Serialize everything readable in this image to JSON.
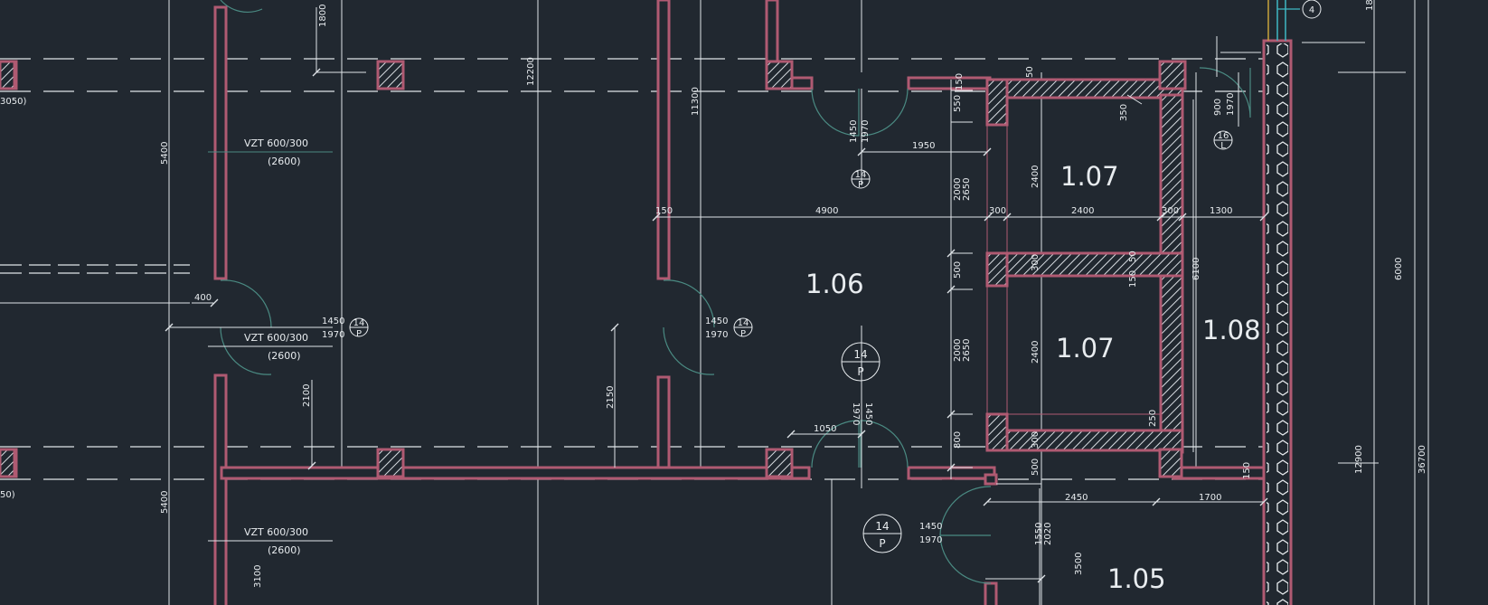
{
  "colors": {
    "background": "#212830",
    "wall": "#b05a72",
    "wall_fill": "#212830",
    "hatch": "#d8dde2",
    "dim_line": "#dfe4e8",
    "door": "#4a8a82",
    "text": "#e8ecef",
    "axis_yellow": "#c8a23a",
    "axis_cyan": "#3fb8c4"
  },
  "rooms": {
    "r106": "1.06",
    "r107a": "1.07",
    "r107b": "1.07",
    "r108": "1.08",
    "r105": "1.05"
  },
  "openings": {
    "vzt1": "VZT 600/300",
    "vzt1_h": "(2600)",
    "vzt2": "VZT 600/300",
    "vzt2_h": "(2600)",
    "vzt3": "VZT 600/300",
    "vzt3_h": "(2600)"
  },
  "door_tags": {
    "t1_num": "14",
    "t1_letter": "P",
    "t2_num": "14",
    "t2_letter": "P",
    "t3_num": "14",
    "t3_letter": "P",
    "t4_num": "14",
    "t4_letter": "P",
    "t5_num": "14",
    "t5_letter": "P",
    "t6_num": "16",
    "t6_letter": "L",
    "axis_4": "4"
  },
  "door_sizes": {
    "d1_w": "1450",
    "d1_h": "1970",
    "d2_w": "1450",
    "d2_h": "1970",
    "d3_w": "1450",
    "d3_h": "1970",
    "d4_w": "1450",
    "d4_h": "1970",
    "d5_w": "1450",
    "d5_h": "1970",
    "d6_w": "900",
    "d6_h": "1970"
  },
  "dimensions": {
    "d1800": "1800",
    "d3050": "3050)",
    "d5400a": "5400",
    "d12200": "12200",
    "d11300": "11300",
    "d150a": "150",
    "d550": "550",
    "d50": "50",
    "d350": "350",
    "d1950": "1950",
    "d2000a": "2000",
    "d2650a": "2650",
    "d2400a": "2400",
    "d150b": "150",
    "d4900": "4900",
    "d300a": "300",
    "d2400h": "2400",
    "d300b": "300",
    "d1300": "1300",
    "d400": "400",
    "d500a": "500",
    "d300c": "300",
    "d50b": "50",
    "d150c": "150",
    "d6100": "6100",
    "d6000": "6000",
    "d2000b": "2000",
    "d2650b": "2650",
    "d2400b": "2400",
    "d2100": "2100",
    "d2150": "2150",
    "d1970v": "1970",
    "d1450v": "1450",
    "d1050": "1050",
    "d800": "800",
    "d300d": "300",
    "d250": "250",
    "d500b": "500",
    "d150d": "150",
    "d50c": "50)",
    "d5400b": "5400",
    "d2450": "2450",
    "d1700": "1700",
    "d12900": "12900",
    "d36700": "36700",
    "d1550": "1550",
    "d2020": "2020",
    "d3500": "3500",
    "d3100": "3100",
    "d18": "18"
  }
}
